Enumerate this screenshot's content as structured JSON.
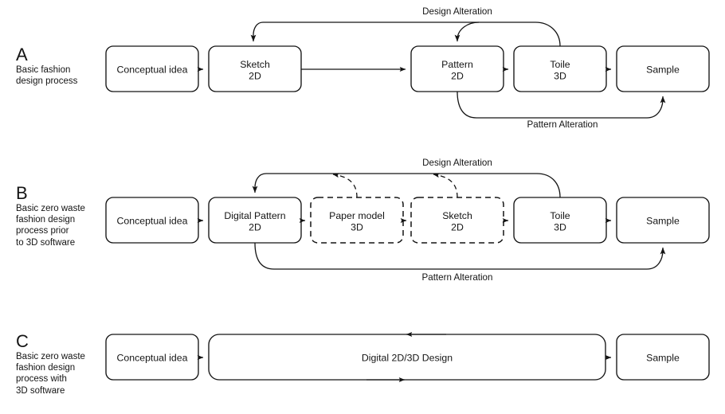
{
  "figure": {
    "title": "Fashion design process flow diagrams",
    "background": "#ffffff",
    "line_color": "#141414"
  },
  "rows": [
    {
      "letter": "A",
      "description": "Basic fashion\ndesign process",
      "desc_lines": [
        "Basic fashion",
        "design process"
      ],
      "boxes": [
        {
          "id": "a-conceptual-idea",
          "line1": "Conceptual idea",
          "line2": "",
          "style": "solid"
        },
        {
          "id": "a-sketch",
          "line1": "Sketch",
          "line2": "2D",
          "style": "solid"
        },
        {
          "id": "a-pattern",
          "line1": "Pattern",
          "line2": "2D",
          "style": "solid"
        },
        {
          "id": "a-toile",
          "line1": "Toile",
          "line2": "3D",
          "style": "solid"
        },
        {
          "id": "a-sample",
          "line1": "Sample",
          "line2": "",
          "style": "solid"
        }
      ],
      "feedback": [
        {
          "id": "a-design-alteration",
          "label": "Design Alteration",
          "position": "above"
        },
        {
          "id": "a-pattern-alteration",
          "label": "Pattern Alteration",
          "position": "below"
        }
      ]
    },
    {
      "letter": "B",
      "description": "Basic zero waste\nfashion design\nprocess prior\nto 3D software",
      "desc_lines": [
        "Basic zero waste",
        "fashion design",
        "process prior",
        "to 3D software"
      ],
      "boxes": [
        {
          "id": "b-conceptual-idea",
          "line1": "Conceptual idea",
          "line2": "",
          "style": "solid"
        },
        {
          "id": "b-digital-pattern",
          "line1": "Digital Pattern",
          "line2": "2D",
          "style": "solid"
        },
        {
          "id": "b-paper-model",
          "line1": "Paper model",
          "line2": "3D",
          "style": "dashed"
        },
        {
          "id": "b-sketch",
          "line1": "Sketch",
          "line2": "2D",
          "style": "dashed"
        },
        {
          "id": "b-toile",
          "line1": "Toile",
          "line2": "3D",
          "style": "solid"
        },
        {
          "id": "b-sample",
          "line1": "Sample",
          "line2": "",
          "style": "solid"
        }
      ],
      "feedback": [
        {
          "id": "b-design-alteration",
          "label": "Design Alteration",
          "position": "above"
        },
        {
          "id": "b-pattern-alteration",
          "label": "Pattern Alteration",
          "position": "below"
        }
      ]
    },
    {
      "letter": "C",
      "description": "Basic zero waste\nfashion design\nprocess with\n3D software",
      "desc_lines": [
        "Basic zero waste",
        "fashion design",
        "process with",
        "3D software"
      ],
      "boxes": [
        {
          "id": "c-conceptual-idea",
          "line1": "Conceptual idea",
          "line2": "",
          "style": "solid"
        },
        {
          "id": "c-digital-design",
          "line1": "Digital 2D/3D Design",
          "line2": "",
          "style": "solid"
        },
        {
          "id": "c-sample",
          "line1": "Sample",
          "line2": "",
          "style": "solid"
        }
      ],
      "feedback": []
    }
  ],
  "labels": {
    "a_letter": "A",
    "a_desc_1": "Basic fashion",
    "a_desc_2": "design process",
    "b_letter": "B",
    "b_desc_1": "Basic zero waste",
    "b_desc_2": "fashion design",
    "b_desc_3": "process prior",
    "b_desc_4": "to 3D software",
    "c_letter": "C",
    "c_desc_1": "Basic zero waste",
    "c_desc_2": "fashion design",
    "c_desc_3": "process with",
    "c_desc_4": "3D software",
    "a_box_1": "Conceptual idea",
    "a_box_2_l1": "Sketch",
    "a_box_2_l2": "2D",
    "a_box_3_l1": "Pattern",
    "a_box_3_l2": "2D",
    "a_box_4_l1": "Toile",
    "a_box_4_l2": "3D",
    "a_box_5": "Sample",
    "a_arrow_top": "Design Alteration",
    "a_arrow_bottom": "Pattern Alteration",
    "b_box_1": "Conceptual idea",
    "b_box_2_l1": "Digital Pattern",
    "b_box_2_l2": "2D",
    "b_box_3_l1": "Paper model",
    "b_box_3_l2": "3D",
    "b_box_4_l1": "Sketch",
    "b_box_4_l2": "2D",
    "b_box_5_l1": "Toile",
    "b_box_5_l2": "3D",
    "b_box_6": "Sample",
    "b_arrow_top": "Design Alteration",
    "b_arrow_bottom": "Pattern Alteration",
    "c_box_1": "Conceptual idea",
    "c_box_2": "Digital 2D/3D Design",
    "c_box_3": "Sample"
  }
}
